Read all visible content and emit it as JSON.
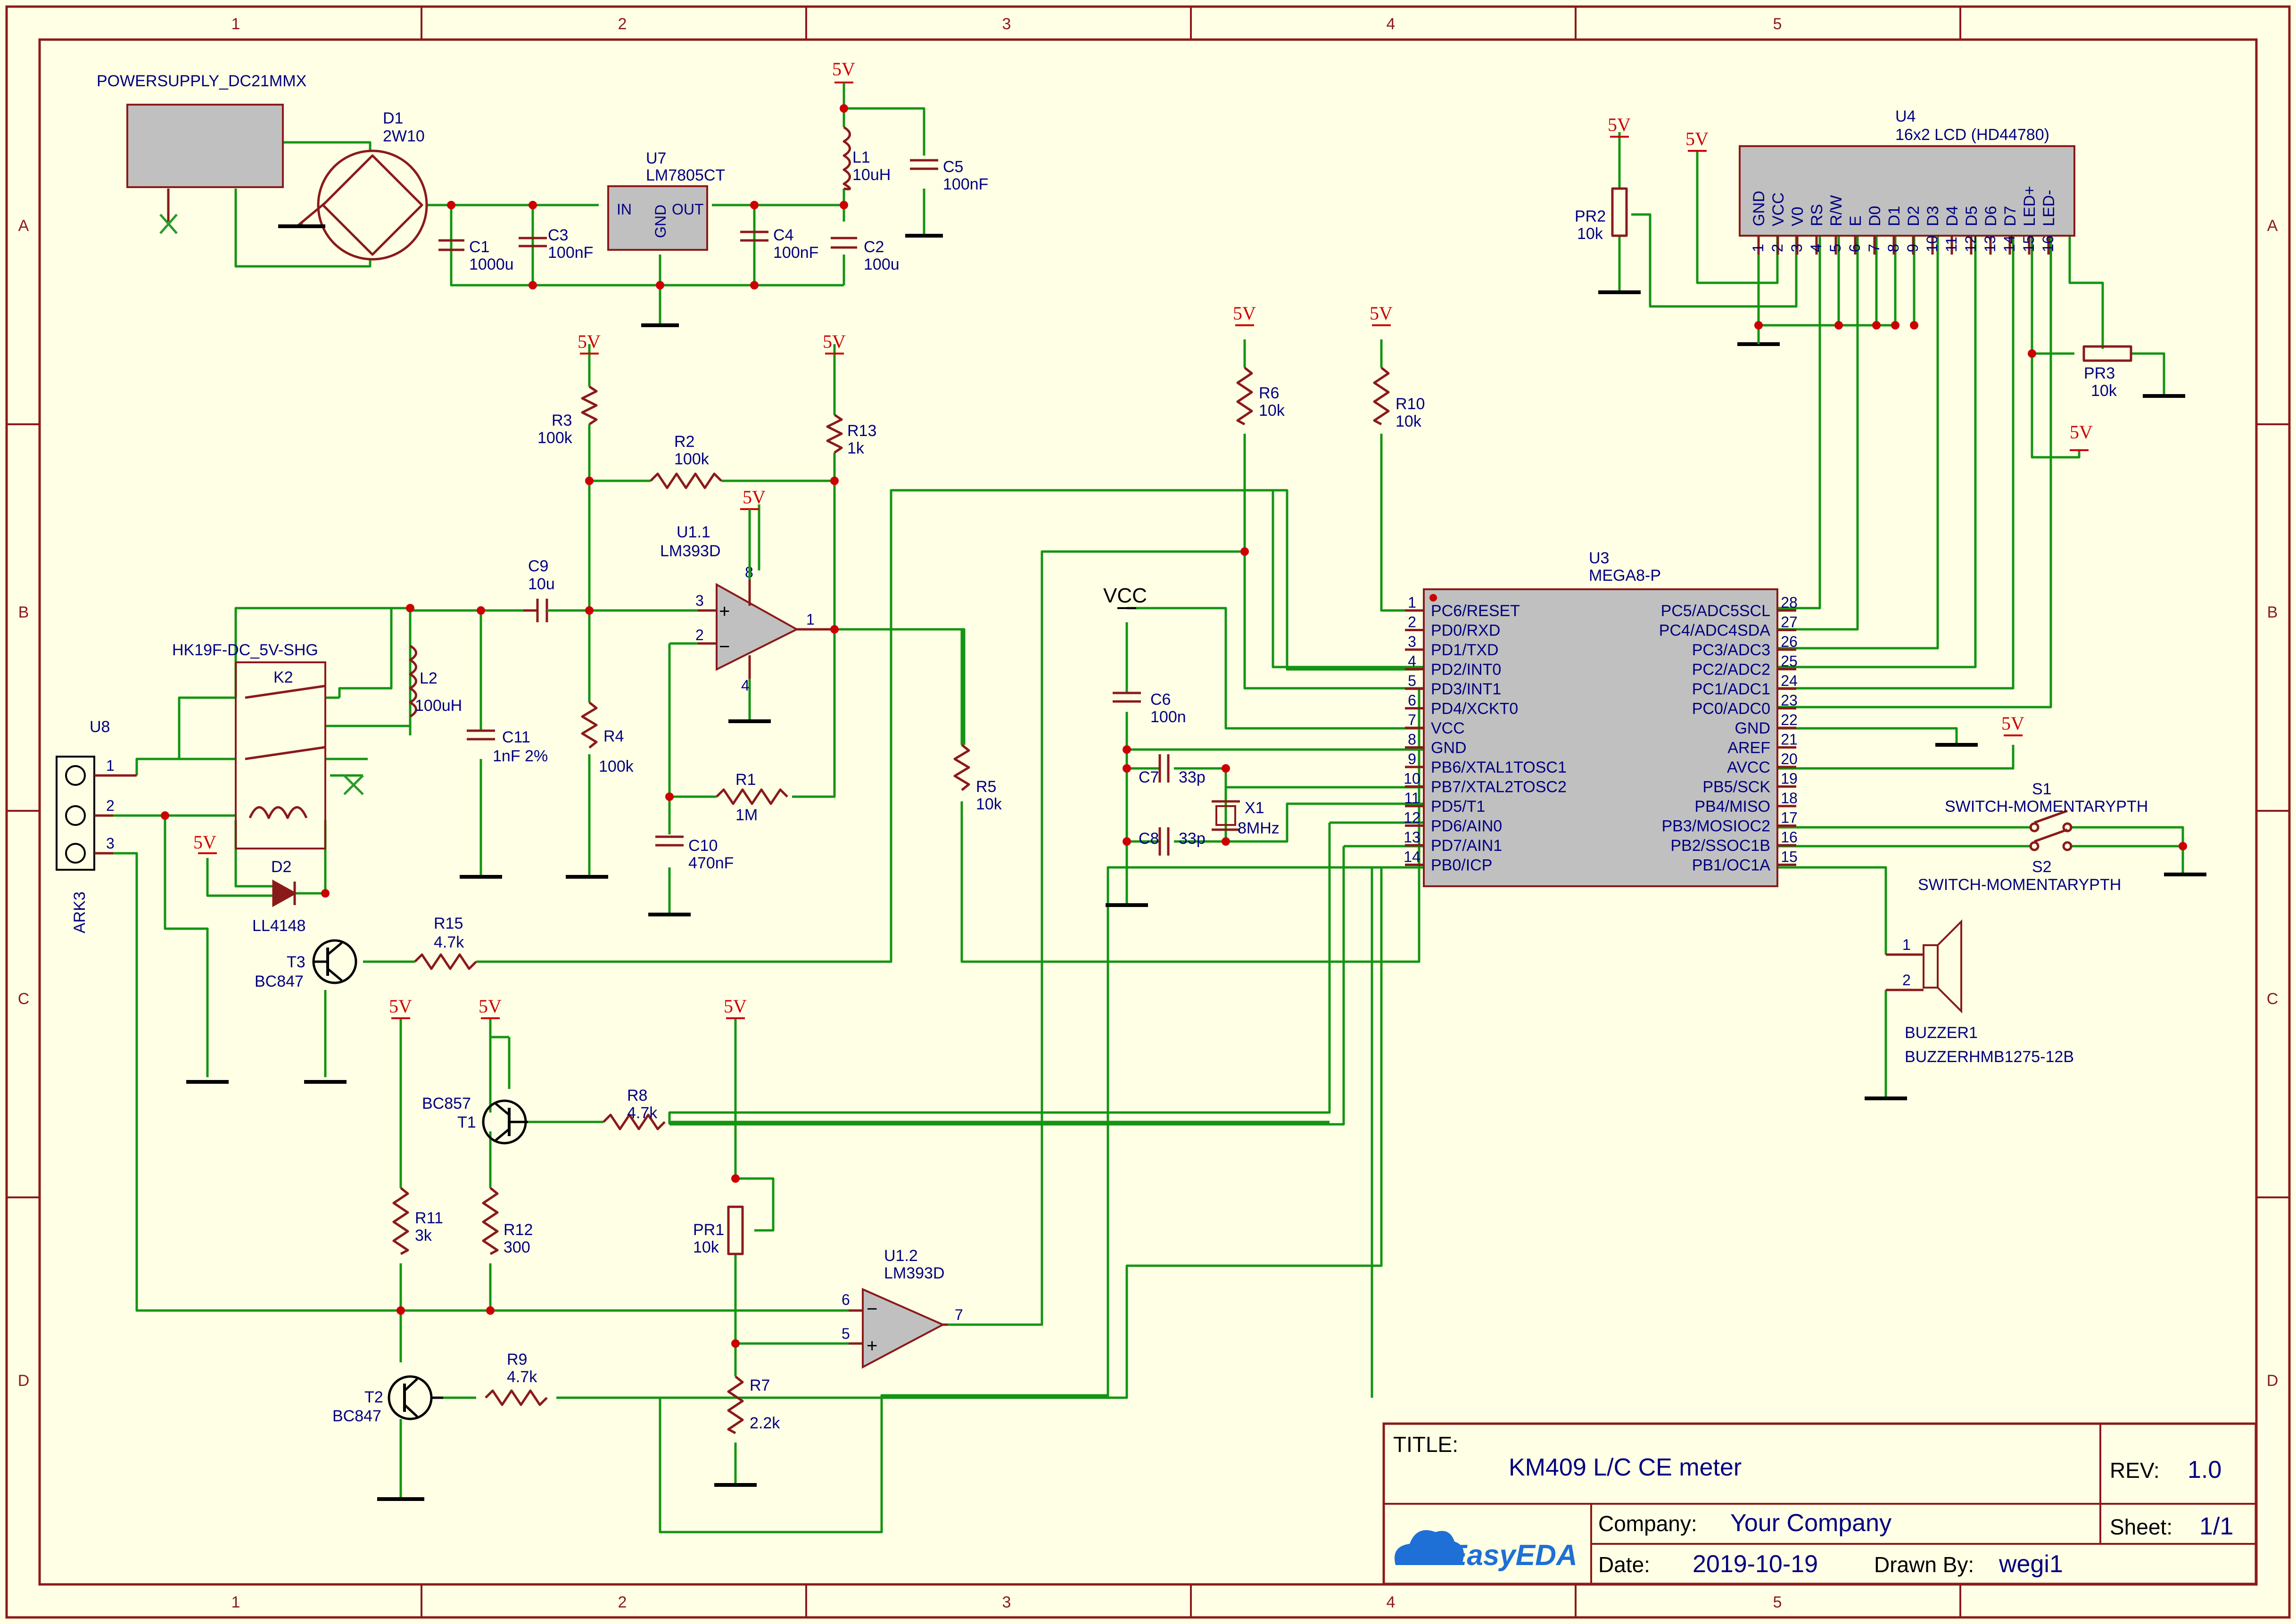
{
  "frame": {
    "col_labels": [
      "1",
      "2",
      "3",
      "4",
      "5"
    ],
    "row_labels": [
      "A",
      "B",
      "C",
      "D"
    ]
  },
  "title_block": {
    "title_label": "TITLE:",
    "title": "KM409 L/C CE meter",
    "rev_label": "REV:",
    "rev": "1.0",
    "company_label": "Company:",
    "company": "Your Company",
    "sheet_label": "Sheet:",
    "sheet": "1/1",
    "date_label": "Date:",
    "date": "2019-10-19",
    "drawn_label": "Drawn By:",
    "drawn_by": "wegi1",
    "logo": "EasyEDA"
  },
  "power": {
    "v5": "5V",
    "vcc": "VCC"
  },
  "components": {
    "psu": "POWERSUPPLY_DC21MMX",
    "d1_ref": "D1",
    "d1_val": "2W10",
    "u7_ref": "U7",
    "u7_val": "LM7805CT",
    "u7_in": "IN",
    "u7_gnd": "GND",
    "u7_out": "OUT",
    "c1_ref": "C1",
    "c1_val": "1000u",
    "c3_ref": "C3",
    "c3_val": "100nF",
    "c4_ref": "C4",
    "c4_val": "100nF",
    "c2_ref": "C2",
    "c2_val": "100u",
    "l1_ref": "L1",
    "l1_val": "10uH",
    "c5_ref": "C5",
    "c5_val": "100nF",
    "r3_ref": "R3",
    "r3_val": "100k",
    "r2_ref": "R2",
    "r2_val": "100k",
    "r13_ref": "R13",
    "r13_val": "1k",
    "u11_ref": "U1.1",
    "u11_val": "LM393D",
    "c9_ref": "C9",
    "c9_val": "10u",
    "k2_part": "HK19F-DC_5V-SHG",
    "k2_ref": "K2",
    "l2_ref": "L2",
    "l2_val": "100uH",
    "c11_ref": "C11",
    "c11_val": "1nF 2%",
    "r4_ref": "R4",
    "r4_val": "100k",
    "r1_ref": "R1",
    "r1_val": "1M",
    "c10_ref": "C10",
    "c10_val": "470nF",
    "u8_ref": "U8",
    "u8_val": "ARK3",
    "d2_ref": "D2",
    "d2_val": "LL4148",
    "t3_ref": "T3",
    "t3_val": "BC847",
    "r15_ref": "R15",
    "r15_val": "4.7k",
    "r5_ref": "R5",
    "r5_val": "10k",
    "r6_ref": "R6",
    "r6_val": "10k",
    "r10_ref": "R10",
    "r10_val": "10k",
    "c6_ref": "C6",
    "c6_val": "100n",
    "c7_ref": "C7",
    "c7_val": "33p",
    "c8_ref": "C8",
    "c8_val": "33p",
    "x1_ref": "X1",
    "x1_val": "8MHz",
    "u3_ref": "U3",
    "u3_val": "MEGA8-P",
    "u4_ref": "U4",
    "u4_val": "16x2 LCD (HD44780)",
    "pr2_ref": "PR2",
    "pr2_val": "10k",
    "pr3_ref": "PR3",
    "pr3_val": "10k",
    "s1_ref": "S1",
    "s1_val": "SWITCH-MOMENTARYPTH",
    "s2_ref": "S2",
    "s2_val": "SWITCH-MOMENTARYPTH",
    "buzzer_ref": "BUZZER1",
    "buzzer_val": "BUZZERHMB1275-12B",
    "t1_ref": "T1",
    "t1_val": "BC857",
    "r8_ref": "R8",
    "r8_val": "4.7k",
    "pr1_ref": "PR1",
    "pr1_val": "10k",
    "r11_ref": "R11",
    "r11_val": "3k",
    "r12_ref": "R12",
    "r12_val": "300",
    "u12_ref": "U1.2",
    "u12_val": "LM393D",
    "r7_ref": "R7",
    "r7_val": "2.2k",
    "t2_ref": "T2",
    "t2_val": "BC847",
    "r9_ref": "R9",
    "r9_val": "4.7k"
  },
  "mcu": {
    "left_pins": [
      {
        "num": "1",
        "name": "PC6/RESET"
      },
      {
        "num": "2",
        "name": "PD0/RXD"
      },
      {
        "num": "3",
        "name": "PD1/TXD"
      },
      {
        "num": "4",
        "name": "PD2/INT0"
      },
      {
        "num": "5",
        "name": "PD3/INT1"
      },
      {
        "num": "6",
        "name": "PD4/XCKT0"
      },
      {
        "num": "7",
        "name": "VCC"
      },
      {
        "num": "8",
        "name": "GND"
      },
      {
        "num": "9",
        "name": "PB6/XTAL1TOSC1"
      },
      {
        "num": "10",
        "name": "PB7/XTAL2TOSC2"
      },
      {
        "num": "11",
        "name": "PD5/T1"
      },
      {
        "num": "12",
        "name": "PD6/AIN0"
      },
      {
        "num": "13",
        "name": "PD7/AIN1"
      },
      {
        "num": "14",
        "name": "PB0/ICP"
      }
    ],
    "right_pins": [
      {
        "num": "28",
        "name": "PC5/ADC5SCL"
      },
      {
        "num": "27",
        "name": "PC4/ADC4SDA"
      },
      {
        "num": "26",
        "name": "PC3/ADC3"
      },
      {
        "num": "25",
        "name": "PC2/ADC2"
      },
      {
        "num": "24",
        "name": "PC1/ADC1"
      },
      {
        "num": "23",
        "name": "PC0/ADC0"
      },
      {
        "num": "22",
        "name": "GND"
      },
      {
        "num": "21",
        "name": "AREF"
      },
      {
        "num": "20",
        "name": "AVCC"
      },
      {
        "num": "19",
        "name": "PB5/SCK"
      },
      {
        "num": "18",
        "name": "PB4/MISO"
      },
      {
        "num": "17",
        "name": "PB3/MOSIOC2"
      },
      {
        "num": "16",
        "name": "PB2/SSOC1B"
      },
      {
        "num": "15",
        "name": "PB1/OC1A"
      }
    ]
  },
  "lcd": {
    "pins": [
      {
        "num": "1",
        "name": "GND"
      },
      {
        "num": "2",
        "name": "VCC"
      },
      {
        "num": "3",
        "name": "V0"
      },
      {
        "num": "4",
        "name": "RS"
      },
      {
        "num": "5",
        "name": "R/W"
      },
      {
        "num": "6",
        "name": "E"
      },
      {
        "num": "7",
        "name": "D0"
      },
      {
        "num": "8",
        "name": "D1"
      },
      {
        "num": "9",
        "name": "D2"
      },
      {
        "num": "10",
        "name": "D3"
      },
      {
        "num": "11",
        "name": "D4"
      },
      {
        "num": "12",
        "name": "D5"
      },
      {
        "num": "13",
        "name": "D6"
      },
      {
        "num": "14",
        "name": "D7"
      },
      {
        "num": "15",
        "name": "LED+"
      },
      {
        "num": "16",
        "name": "LED-"
      }
    ]
  },
  "pins": {
    "p1": "1",
    "p2": "2",
    "p3": "3",
    "p4": "4",
    "p5": "5",
    "p6": "6",
    "p7": "7",
    "p8": "8",
    "plus": "+",
    "minus": "−"
  }
}
